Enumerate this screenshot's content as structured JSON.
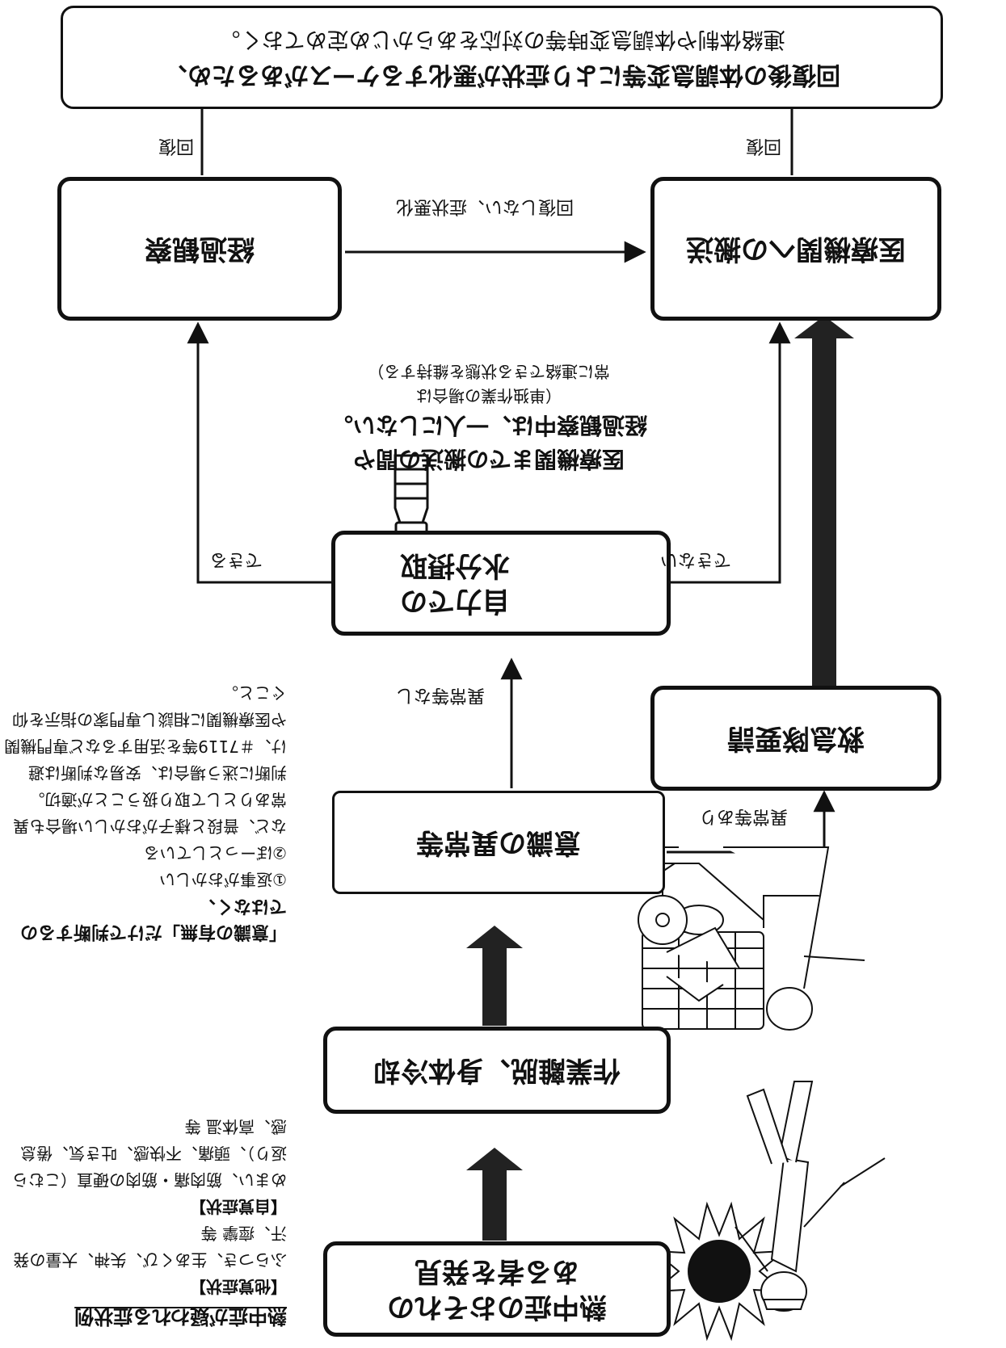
{
  "nodes": {
    "start": {
      "line1": "熱中症のおそれの",
      "line2": "ある者を発見"
    },
    "remove": "作業離脱、身体冷却",
    "consciousness": "意識の異常等",
    "water": {
      "line1": "自力での",
      "line2": "水分摂取"
    },
    "ambulance": "救急隊要請",
    "hospital": "医療機関への搬送",
    "observe": "経過観察",
    "notice": {
      "line1": "回復後の体調急変等により症状が悪化するケースがあるため、",
      "line2": "連絡体制や体調急変時等の対応をあらかじめ定めておく。"
    }
  },
  "edge_labels": {
    "abnormal_yes": "異常等あり",
    "abnormal_no": "異常等なし",
    "can": "できる",
    "cannot": "できない",
    "not_recovered": "回復しない、症状悪化",
    "recover_left": "回復",
    "recover_right": "回復"
  },
  "center_note": {
    "line1": "医療機関までの搬送の間や",
    "line2": "経過観察中は、一人にしない。",
    "line3": "（単独作業の場合は",
    "line4": "常に連絡できる状態を維持する）"
  },
  "side_panel": {
    "title": "熱中症が疑われる症状例",
    "other_heading": "【他覚症状】",
    "other_text": "ふらつき、生あくび、失神、大量の発汗、痙攣 等",
    "self_heading": "【自覚症状】",
    "self_text": "めまい、筋肉痛・筋肉の硬直（こむら返り）、頭痛、不快感、吐き気、倦怠感、高体温 等",
    "judge_heading": "「意識の有無」だけで判断するのではなく、",
    "judge_item1": "①返事がおかしい",
    "judge_item2": "②ぼーっとしている",
    "judge_text": "など、普段と様子がおかしい場合も異常ありとして取り扱うことが適切。",
    "advice": "判断に迷う場合は、安易な判断は避け、＃7119等を活用するなど専門機関や医療機関に相談し専門家の指示を仰ぐこと。"
  }
}
